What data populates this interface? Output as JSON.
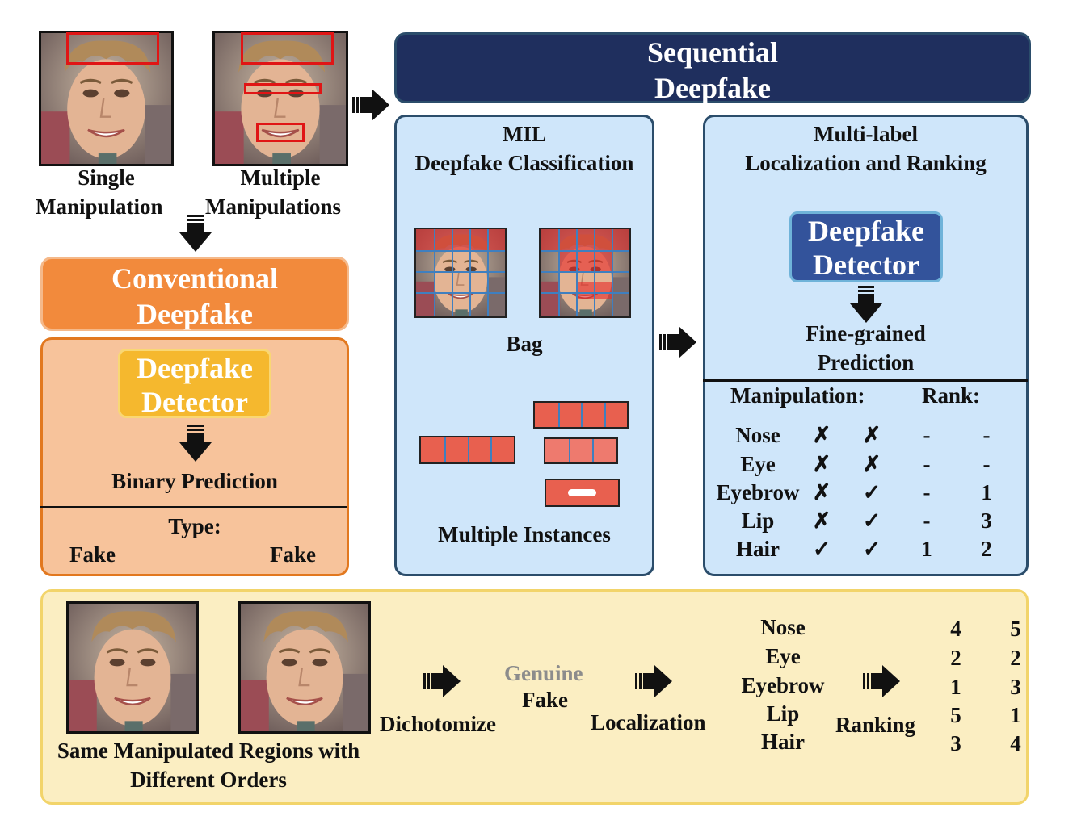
{
  "top_left": {
    "single_label_1": "Single",
    "single_label_2": "Manipulation",
    "multiple_label_1": "Multiple",
    "multiple_label_2": "Manipulations"
  },
  "sequential": {
    "title_1": "Sequential",
    "title_2": "Deepfake"
  },
  "conventional": {
    "title_1": "Conventional",
    "title_2": "Deepfake",
    "detector_1": "Deepfake",
    "detector_2": "Detector",
    "prediction": "Binary Prediction",
    "type_label": "Type:",
    "type_left": "Fake",
    "type_right": "Fake"
  },
  "mil": {
    "title_1": "MIL",
    "title_2": "Deepfake Classification",
    "bag_label": "Bag",
    "instances_label": "Multiple Instances"
  },
  "multilabel": {
    "title_1": "Multi-label",
    "title_2": "Localization and Ranking",
    "detector_1": "Deepfake",
    "detector_2": "Detector",
    "prediction_1": "Fine-grained",
    "prediction_2": "Prediction",
    "manip_header": "Manipulation:",
    "rank_header": "Rank:",
    "rows": [
      {
        "name": "Nose",
        "m1": "✗",
        "m2": "✗",
        "r1": "-",
        "r2": "-"
      },
      {
        "name": "Eye",
        "m1": "✗",
        "m2": "✗",
        "r1": "-",
        "r2": "-"
      },
      {
        "name": "Eyebrow",
        "m1": "✗",
        "m2": "✓",
        "r1": "-",
        "r2": "1"
      },
      {
        "name": "Lip",
        "m1": "✗",
        "m2": "✓",
        "r1": "-",
        "r2": "3"
      },
      {
        "name": "Hair",
        "m1": "✓",
        "m2": "✓",
        "r1": "1",
        "r2": "2"
      }
    ]
  },
  "bottom": {
    "caption_1": "Same Manipulated Regions with",
    "caption_2": "Different Orders",
    "dichotomize": "Dichotomize",
    "genuine": "Genuine",
    "fake": "Fake",
    "localization": "Localization",
    "regions": [
      "Nose",
      "Eye",
      "Eyebrow",
      "Lip",
      "Hair"
    ],
    "ranking": "Ranking",
    "rank_col1": [
      "4",
      "2",
      "1",
      "5",
      "3"
    ],
    "rank_col2": [
      "5",
      "2",
      "3",
      "1",
      "4"
    ]
  },
  "colors": {
    "navy": "#1f2f5e",
    "orange": "#f28a3c",
    "light_orange": "#f7c39b",
    "yellow_detector": "#f5b82e",
    "blue_panel": "#cfe6fa",
    "blue_detector": "#33539b",
    "cream_panel": "#fbeec2",
    "gray_genuine": "#8c8c8c"
  }
}
